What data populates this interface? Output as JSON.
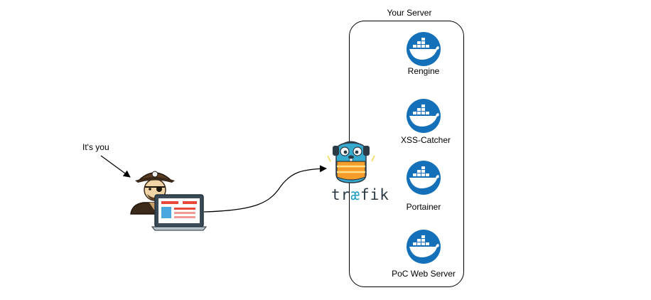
{
  "server": {
    "title": "Your Server"
  },
  "user": {
    "annotation": "It's you"
  },
  "proxy": {
    "logo_text_before": "tr",
    "logo_text_ae": "æ",
    "logo_text_after": "fik"
  },
  "services": [
    {
      "label": "Rengine",
      "icon": "docker-icon"
    },
    {
      "label": "XSS-Catcher",
      "icon": "docker-icon"
    },
    {
      "label": "Portainer",
      "icon": "docker-icon"
    },
    {
      "label": "PoC Web Server",
      "icon": "docker-icon"
    }
  ],
  "colors": {
    "docker_blue": "#1470b8",
    "traefik_orange": "#f59d2a",
    "traefik_blue": "#24a1c1",
    "laptop_red": "#e9473b"
  }
}
